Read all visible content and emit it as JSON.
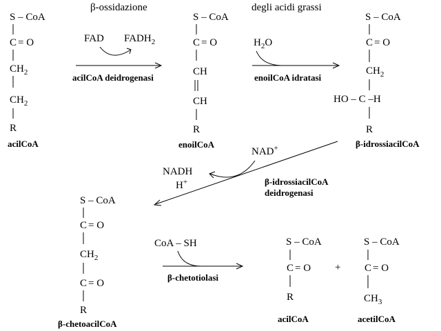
{
  "title": {
    "beta": "β",
    "part1": "-ossidazione",
    "part2": "degli acidi grassi"
  },
  "atoms": {
    "s_coa": "S – CoA",
    "c": "C",
    "eq_o": "= O",
    "ch2_base": "CH",
    "sub2": "2",
    "sub3": "3",
    "ch": "CH",
    "r": "R",
    "ho_c_h": "HO – C –H",
    "ch3_base": "CH",
    "plus": "+"
  },
  "reagents": {
    "fad": "FAD",
    "fadh": "FADH",
    "h2o_h": "H",
    "h2o_o": "O",
    "nad": "NAD",
    "nad_sup": "+",
    "nadh": "NADH",
    "h": "H",
    "h_sup": "+",
    "coa_sh": "CoA – SH"
  },
  "enzymes": {
    "e1": "acilCoA deidrogenasi",
    "e2": "enoilCoA idratasi",
    "e3_line1": "-idrossiacilCoA",
    "e3_line2": "deidrogenasi",
    "e4": "-chetotiolasi",
    "beta": "β"
  },
  "compounds": {
    "c1": "acilCoA",
    "c2": "enoilCoA",
    "c3": "-idrossiacilCoA",
    "c4": "-chetoacilCoA",
    "c5": "acilCoA",
    "c6": "acetilCoA",
    "beta": "β"
  }
}
